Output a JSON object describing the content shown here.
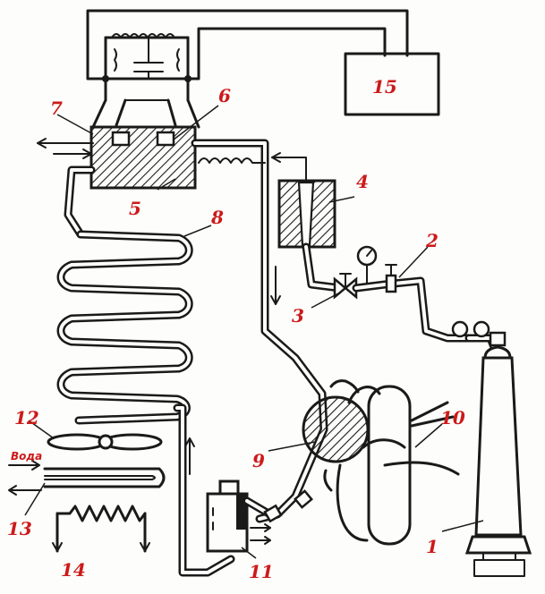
{
  "labels": {
    "n1": "1",
    "n2": "2",
    "n3": "3",
    "n4": "4",
    "n5": "5",
    "n6": "6",
    "n7": "7",
    "n8": "8",
    "n9": "9",
    "n10": "10",
    "n11": "11",
    "n12": "12",
    "n13": "13",
    "n14": "14",
    "n15": "15",
    "water": "Вода"
  },
  "colors": {
    "label": "#cc1a1a",
    "ink": "#1a1a1a"
  }
}
